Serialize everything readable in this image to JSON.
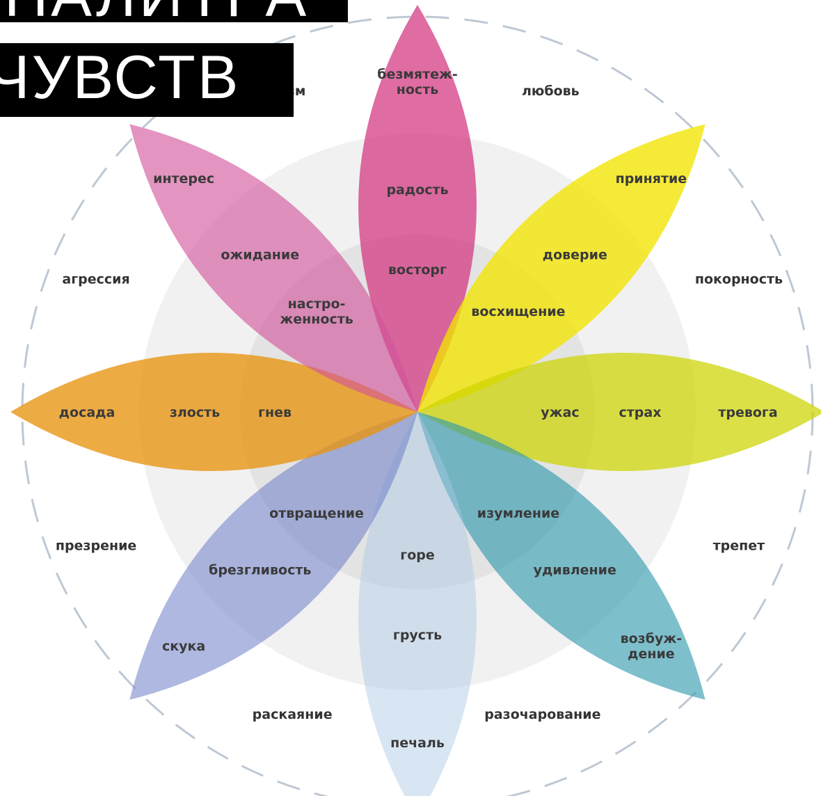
{
  "title": {
    "line1": "ПАЛИТРА",
    "line2": "ЧУВСТВ"
  },
  "petals": [
    {
      "id": "joy",
      "color": "#d2337e",
      "opacity": 0.72,
      "labels": [
        "безмятеж-\nность",
        "радость",
        "восторг"
      ]
    },
    {
      "id": "trust",
      "color": "#f2e400",
      "opacity": 0.78,
      "labels": [
        "принятие",
        "доверие",
        "восхищение"
      ]
    },
    {
      "id": "fear",
      "color": "#cdd400",
      "opacity": 0.72,
      "labels": [
        "тревога",
        "страх",
        "ужас"
      ]
    },
    {
      "id": "surprise",
      "color": "#2e97ac",
      "opacity": 0.62,
      "labels": [
        "возбуж-\nдение",
        "удивление",
        "изумление"
      ]
    },
    {
      "id": "sadness",
      "color": "#a8c8e4",
      "opacity": 0.45,
      "labels": [
        "печаль",
        "грусть",
        "горе"
      ]
    },
    {
      "id": "disgust",
      "color": "#6b7ec7",
      "opacity": 0.55,
      "labels": [
        "скука",
        "брезгливость",
        "отвращение"
      ]
    },
    {
      "id": "anger",
      "color": "#e8940f",
      "opacity": 0.78,
      "labels": [
        "досада",
        "злость",
        "гнев"
      ]
    },
    {
      "id": "anticipation",
      "color": "#d2539b",
      "opacity": 0.62,
      "labels": [
        "интерес",
        "ожидание",
        "настро-\nженность"
      ]
    }
  ],
  "dyads": [
    "любовь",
    "покорность",
    "трепет",
    "разочарование",
    "раскаяние",
    "презрение",
    "агрессия",
    "...изм"
  ],
  "colors": {
    "ring_fill": "#bdbdbd",
    "dash_circle": "#a8b6c6",
    "label_text": "#3a3a3a"
  }
}
